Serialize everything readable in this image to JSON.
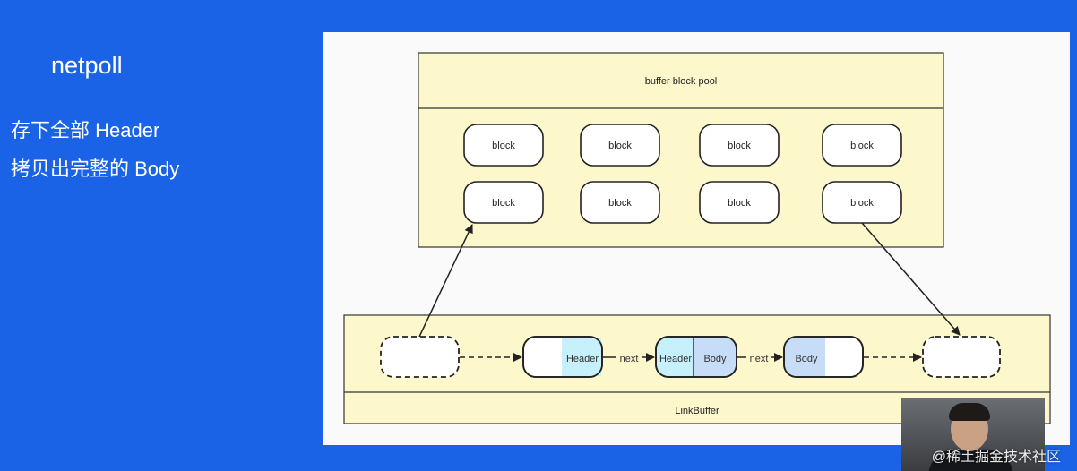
{
  "slide": {
    "title": "netpoll",
    "line1": "存下全部  Header",
    "line2": "拷贝出完整的  Body"
  },
  "diagram": {
    "pool_label": "buffer block pool",
    "block_label": "block",
    "linkbuffer_label": "LinkBuffer",
    "header_label": "Header",
    "body_label": "Body",
    "next_label": "next",
    "colors": {
      "panel_fill": "#fdf8cb",
      "header_fill": "#c6f0fb",
      "body_fill": "#c7dcf6",
      "background": "#1a63e6"
    }
  },
  "watermark": "@稀土掘金技术社区"
}
